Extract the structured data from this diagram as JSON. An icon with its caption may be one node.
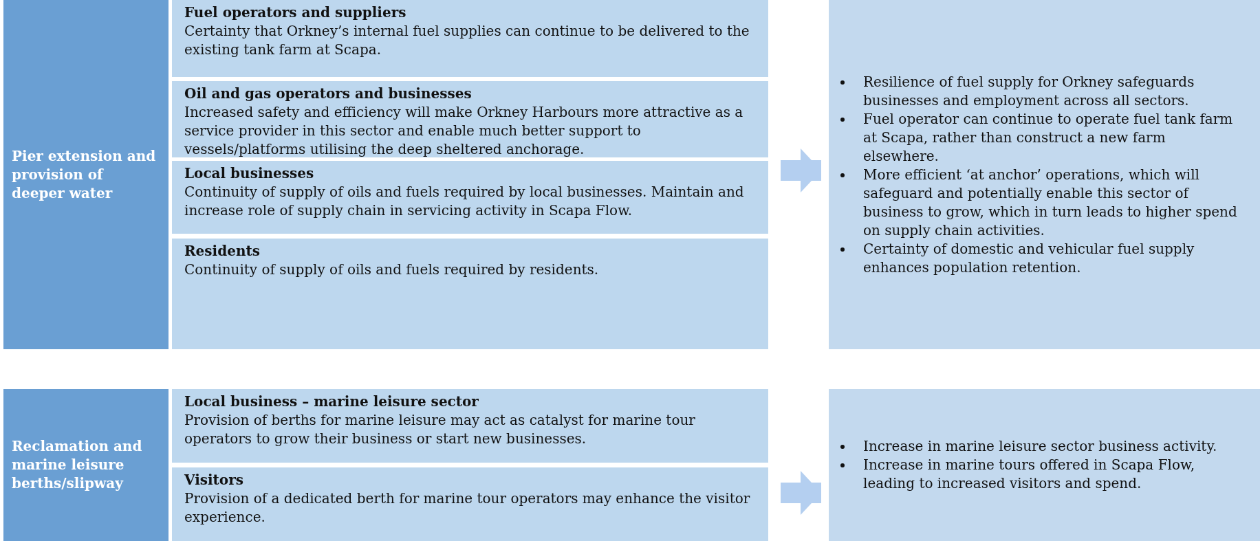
{
  "diagram": {
    "nodes": [
      {
        "text": [
          "Pier extension and provision of deeper water"
        ]
      },
      {
        "text": [
          "Fuel operators and suppliers",
          "Certainty that Orkney’s internal fuel supplies can continue to be delivered to the existing tank farm at Scapa."
        ]
      },
      {
        "text": [
          "Oil and gas operators and businesses",
          "Increased safety and efficiency will make Orkney Harbours more attractive as a service provider in this sector and enable much better support to vessels/platforms utilising the deep sheltered anchorage."
        ]
      },
      {
        "text": [
          "Local businesses",
          "Continuity of supply of oils and fuels required by local businesses. Maintain and increase role of supply chain in servicing activity in Scapa Flow."
        ]
      },
      {
        "text": [
          "Residents",
          "Continuity of supply of oils and fuels required by residents."
        ]
      },
      {
        "text": [
          "Resilience of fuel supply for Orkney safeguards businesses and employment across all sectors.",
          "Fuel operator can continue to operate fuel tank farm at Scapa, rather than construct a new farm elsewhere.",
          "More efficient ‘at anchor’ operations, which will safeguard and potentially enable this sector of business to grow, which in turn leads to higher spend on supply chain activities.",
          "Certainty of domestic and vehicular fuel supply enhances population retention."
        ]
      },
      {
        "text": [
          "Reclamation and marine leisure berths/slipway"
        ]
      },
      {
        "text": [
          "Local business – marine leisure sector",
          "Provision of berths for marine leisure may act as catalyst for marine tour operators to grow their business or start new businesses."
        ]
      },
      {
        "text": [
          "Visitors",
          "Provision of a dedicated berth for marine tour operators may enhance the visitor experience."
        ]
      },
      {
        "text": [
          "Increase in marine leisure sector business activity.",
          "Increase in marine tours offered in Scapa Flow, leading to increased visitors and spend."
        ]
      }
    ],
    "edges": [
      {
        "from": 3,
        "to": 5,
        "arrow": "to"
      },
      {
        "from": 8,
        "to": 9,
        "arrow": "to"
      }
    ]
  }
}
